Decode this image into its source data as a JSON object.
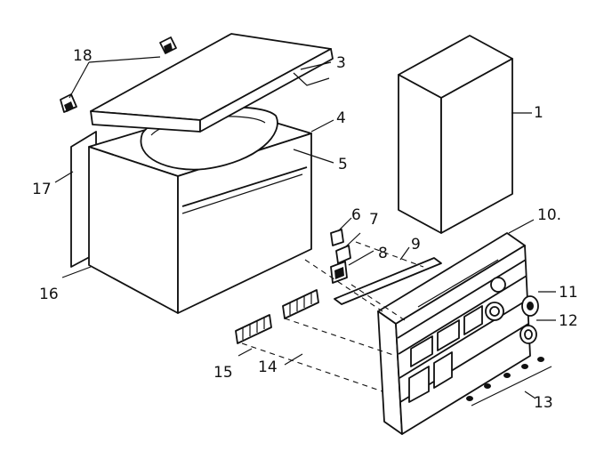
{
  "diagram": {
    "labels": {
      "p1": "1",
      "p3": "3",
      "p4": "4",
      "p5": "5",
      "p6": "6",
      "p7": "7",
      "p8": "8",
      "p9": "9",
      "p10": "10.",
      "p11": "11",
      "p12": "12",
      "p13": "13",
      "p14": "14",
      "p15": "15",
      "p16": "16",
      "p17": "17",
      "p18": "18"
    }
  }
}
